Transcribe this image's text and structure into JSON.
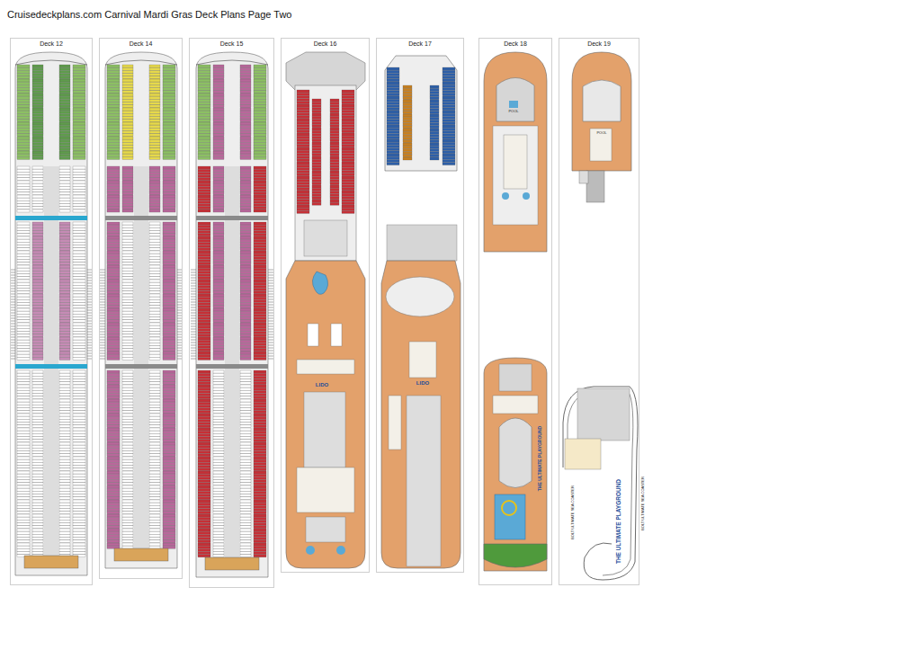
{
  "diagram": {
    "title": "Cruisedeckplans.com Carnival Mardi Gras Deck Plans Page Two",
    "nodes": [
      {
        "text": [
          "Deck 12"
        ]
      },
      {
        "text": [
          "Deck 14"
        ]
      },
      {
        "text": [
          "Deck 15"
        ]
      },
      {
        "text": [
          "Deck 16"
        ]
      },
      {
        "text": [
          "Deck 17"
        ]
      },
      {
        "text": [
          "Deck 18"
        ]
      },
      {
        "text": [
          "Deck 19"
        ]
      }
    ],
    "labels": [
      "LIDO",
      "LIDO",
      "POOL",
      "THE ULTIMATE PLAYGROUND",
      "POOL",
      "BOLT ULTIMATE SEA COASTER",
      "THE ULTIMATE PLAYGROUND",
      "BOLT ULTIMATE SEA COASTER"
    ]
  }
}
